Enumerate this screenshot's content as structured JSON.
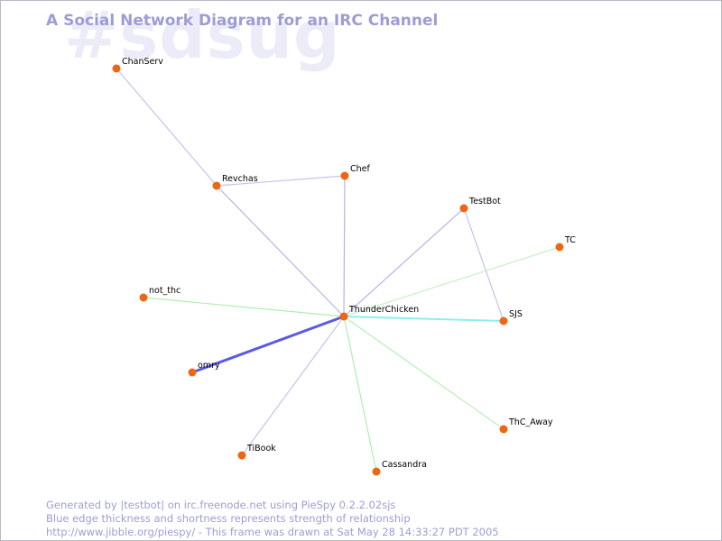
{
  "header": {
    "title": "A Social Network Diagram for an IRC Channel",
    "watermark": "#sdsug"
  },
  "footer": {
    "line1": "Generated by |testbot| on irc.freenode.net using PieSpy 0.2.2.02sjs",
    "line2": "Blue edge thickness and shortness represents strength of relationship",
    "line3": "http://www.jibble.org/piespy/ - This frame was drawn at Sat May 28 14:33:27 PDT 2005"
  },
  "graph": {
    "node_color": "#ee6611",
    "nodes": [
      {
        "id": "ChanServ",
        "label": "ChanServ"
      },
      {
        "id": "Revchas",
        "label": "Revchas"
      },
      {
        "id": "Chef",
        "label": "Chef"
      },
      {
        "id": "TestBot",
        "label": "TestBot"
      },
      {
        "id": "TC",
        "label": "TC"
      },
      {
        "id": "not_thc",
        "label": "not_thc"
      },
      {
        "id": "ThunderChicken",
        "label": "ThunderChicken"
      },
      {
        "id": "SJS",
        "label": "SJS"
      },
      {
        "id": "omry",
        "label": "omry"
      },
      {
        "id": "ThC_Away",
        "label": "ThC_Away"
      },
      {
        "id": "TiBook",
        "label": "TiBook"
      },
      {
        "id": "Cassandra",
        "label": "Cassandra"
      }
    ],
    "edges": [
      {
        "from": "ChanServ",
        "to": "Revchas",
        "color": "#c4c4ee",
        "strength": "weak"
      },
      {
        "from": "Revchas",
        "to": "Chef",
        "color": "#c4c4ee",
        "strength": "weak"
      },
      {
        "from": "Revchas",
        "to": "ThunderChicken",
        "color": "#b4b4ea",
        "strength": "weak"
      },
      {
        "from": "Chef",
        "to": "ThunderChicken",
        "color": "#b4b4ea",
        "strength": "weak"
      },
      {
        "from": "TestBot",
        "to": "ThunderChicken",
        "color": "#b4b4ea",
        "strength": "weak"
      },
      {
        "from": "TestBot",
        "to": "SJS",
        "color": "#c4c4ee",
        "strength": "weak"
      },
      {
        "from": "TC",
        "to": "ThunderChicken",
        "color": "#c8f0c8",
        "strength": "weak"
      },
      {
        "from": "not_thc",
        "to": "ThunderChicken",
        "color": "#b0eeb0",
        "strength": "weak"
      },
      {
        "from": "ThunderChicken",
        "to": "SJS",
        "color": "#8eeeee",
        "strength": "medium"
      },
      {
        "from": "ThunderChicken",
        "to": "omry",
        "color": "#5a5ae6",
        "strength": "strong"
      },
      {
        "from": "ThunderChicken",
        "to": "ThC_Away",
        "color": "#b8eeb8",
        "strength": "weak"
      },
      {
        "from": "ThunderChicken",
        "to": "TiBook",
        "color": "#c4c4ee",
        "strength": "weak"
      },
      {
        "from": "ThunderChicken",
        "to": "Cassandra",
        "color": "#b0eeb0",
        "strength": "weak"
      }
    ]
  }
}
